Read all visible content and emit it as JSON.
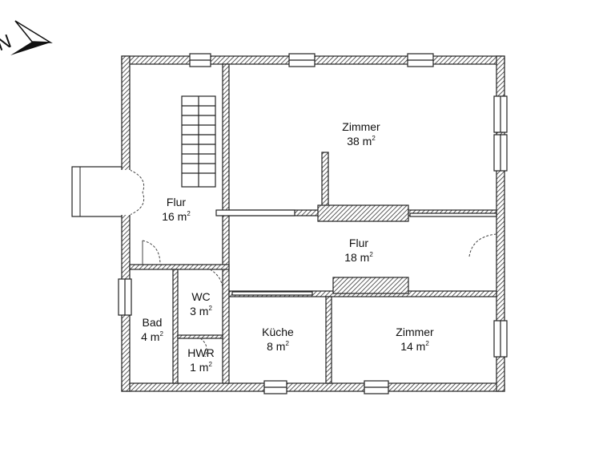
{
  "north_arrow": {
    "letter": "N",
    "icon": "north-arrow-icon"
  },
  "rooms": [
    {
      "name": "Zimmer",
      "area": "38 m",
      "unit_sup": "2"
    },
    {
      "name": "Flur",
      "area": "16 m",
      "unit_sup": "2"
    },
    {
      "name": "Flur",
      "area": "18 m",
      "unit_sup": "2"
    },
    {
      "name": "WC",
      "area": "3 m",
      "unit_sup": "2"
    },
    {
      "name": "Bad",
      "area": "4 m",
      "unit_sup": "2"
    },
    {
      "name": "HWR",
      "area": "1 m",
      "unit_sup": "2"
    },
    {
      "name": "Küche",
      "area": "8 m",
      "unit_sup": "2"
    },
    {
      "name": "Zimmer",
      "area": "14 m",
      "unit_sup": "2"
    }
  ],
  "colors": {
    "line": "#222222",
    "background": "#ffffff"
  }
}
